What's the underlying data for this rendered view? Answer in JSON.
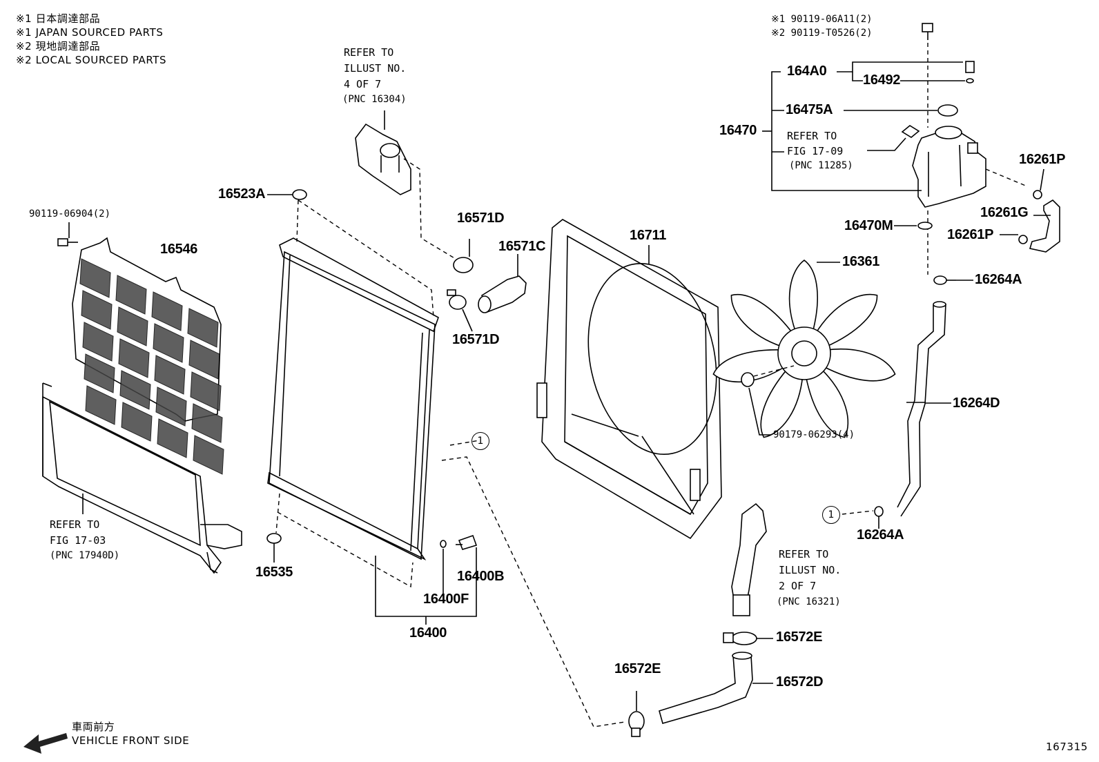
{
  "notes": [
    "※1 日本調達部品",
    "※1  JAPAN SOURCED PARTS",
    "※2 現地調達部品",
    "※2  LOCAL SOURCED PARTS"
  ],
  "bolt_notes": [
    "※1 90119-06A11(2)",
    "※2 90119-T0526(2)"
  ],
  "refs": {
    "illust4": [
      "REFER TO",
      "ILLUST NO.",
      "4 OF 7",
      "(PNC 16304)"
    ],
    "illust2": [
      "REFER TO",
      "ILLUST NO.",
      "2 OF 7",
      "(PNC 16321)"
    ],
    "fig1703": [
      "REFER TO",
      "FIG 17-03",
      "(PNC 17940D)"
    ],
    "fig1709": [
      "REFER TO",
      "FIG 17-09",
      "(PNC 11285)"
    ]
  },
  "parts": {
    "p90119_06904": "90119-06904(2)",
    "p16546": "16546",
    "p16523A": "16523A",
    "p16535": "16535",
    "p16400": "16400",
    "p16400F": "16400F",
    "p16400B": "16400B",
    "p16571D_top": "16571D",
    "p16571D_bot": "16571D",
    "p16571C": "16571C",
    "p16711": "16711",
    "p16361": "16361",
    "p90179": "90179-06293(4)",
    "p164A0": "164A0",
    "p16492": "16492",
    "p16475A": "16475A",
    "p16470": "16470",
    "p16470M": "16470M",
    "p16261P_top": "16261P",
    "p16261G": "16261G",
    "p16261P_bot": "16261P",
    "p16264A_top": "16264A",
    "p16264D": "16264D",
    "p16264A_bot": "16264A",
    "p16572E_right": "16572E",
    "p16572E_left": "16572E",
    "p16572D": "16572D"
  },
  "circle_ref": "1",
  "direction": {
    "jp": "車両前方",
    "en": "VEHICLE FRONT SIDE"
  },
  "figure_number": "167315"
}
